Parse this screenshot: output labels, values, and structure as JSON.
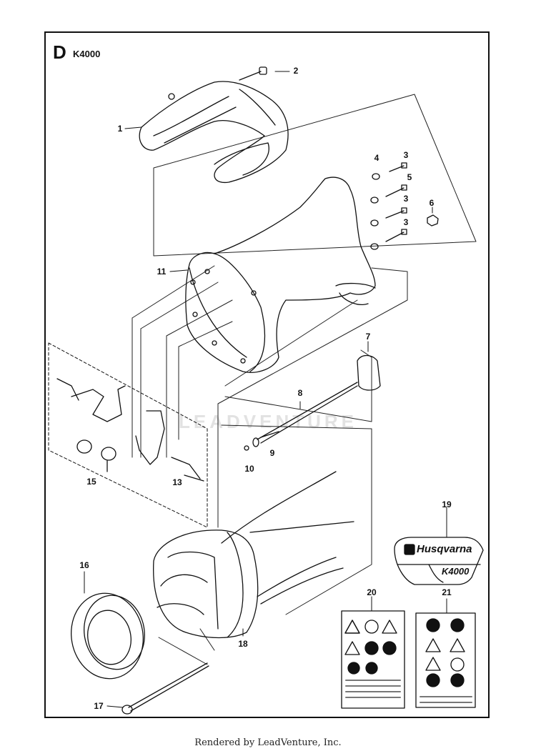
{
  "header": {
    "section_letter": "D",
    "model": "K4000"
  },
  "watermark": "LEADVENTURE",
  "footer": "Rendered by LeadVenture, Inc.",
  "decal_19": {
    "brand": "Husqvarna",
    "model": "K4000"
  },
  "callouts": [
    {
      "id": "c1",
      "label": "1"
    },
    {
      "id": "c2",
      "label": "2"
    },
    {
      "id": "c3a",
      "label": "3"
    },
    {
      "id": "c3b",
      "label": "3"
    },
    {
      "id": "c3c",
      "label": "3"
    },
    {
      "id": "c4",
      "label": "4"
    },
    {
      "id": "c5",
      "label": "5"
    },
    {
      "id": "c6",
      "label": "6"
    },
    {
      "id": "c7",
      "label": "7"
    },
    {
      "id": "c8",
      "label": "8"
    },
    {
      "id": "c9",
      "label": "9"
    },
    {
      "id": "c10",
      "label": "10"
    },
    {
      "id": "c11",
      "label": "11"
    },
    {
      "id": "c13",
      "label": "13"
    },
    {
      "id": "c15",
      "label": "15"
    },
    {
      "id": "c16",
      "label": "16"
    },
    {
      "id": "c17",
      "label": "17"
    },
    {
      "id": "c18",
      "label": "18"
    },
    {
      "id": "c19",
      "label": "19"
    },
    {
      "id": "c20",
      "label": "20"
    },
    {
      "id": "c21",
      "label": "21"
    }
  ]
}
